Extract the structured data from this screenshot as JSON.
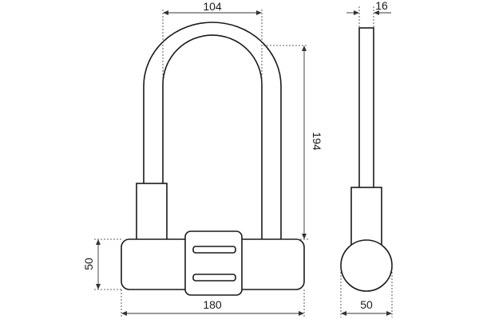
{
  "dimensions": {
    "shackle_width": "104",
    "shackle_height": "194",
    "shackle_diameter": "16",
    "body_width": "180",
    "body_height": "50",
    "body_depth": "50"
  }
}
